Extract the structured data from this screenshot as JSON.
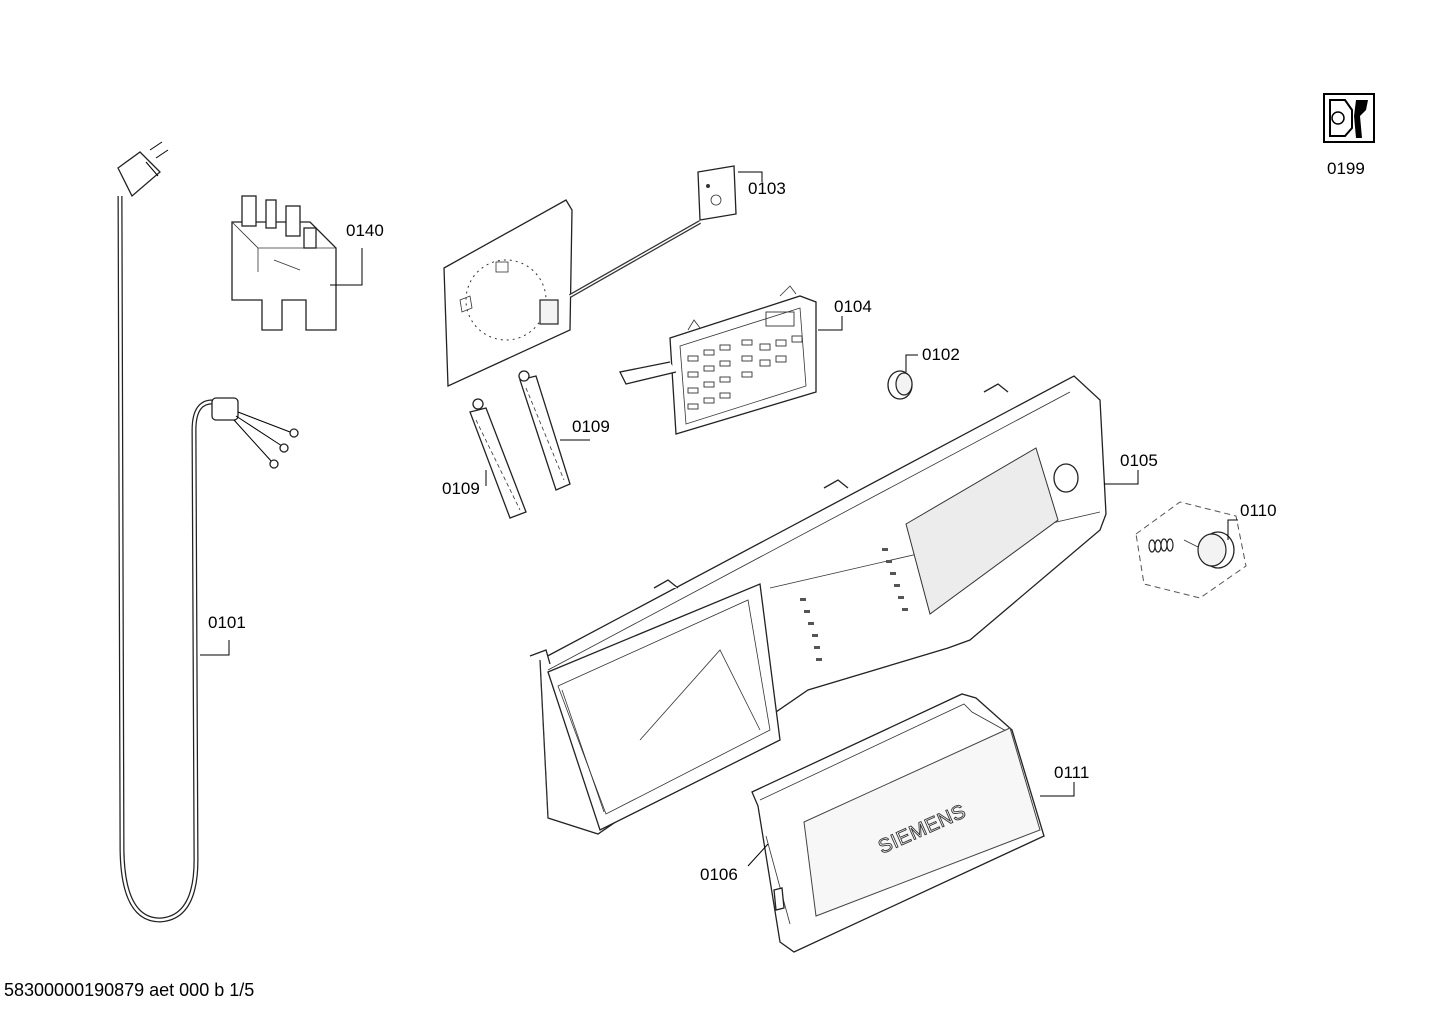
{
  "labels": {
    "p0101": "0101",
    "p0102": "0102",
    "p0103": "0103",
    "p0104": "0104",
    "p0105": "0105",
    "p0106": "0106",
    "p0109a": "0109",
    "p0109b": "0109",
    "p0110": "0110",
    "p0111": "0111",
    "p0140": "0140",
    "p0199": "0199"
  },
  "brand_text": "SIEMENS",
  "footer": "58300000190879 aet 000 b 1/5",
  "icons": {
    "service": "wrench-nut-icon"
  }
}
